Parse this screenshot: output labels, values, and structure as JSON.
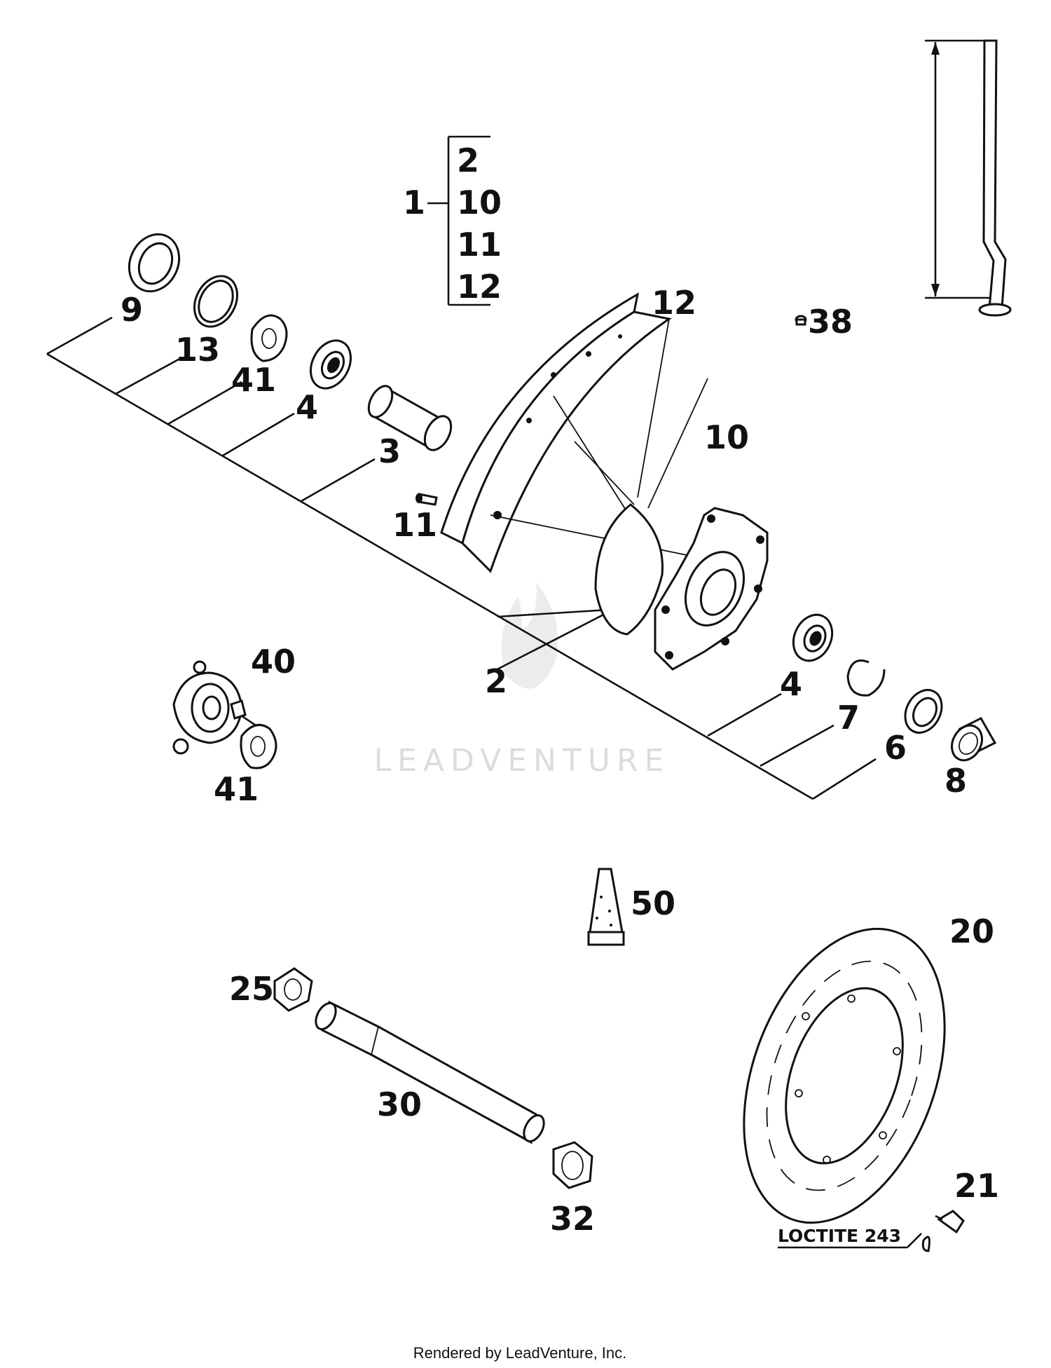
{
  "callouts": {
    "c1": "1",
    "c2a": "2",
    "c10a": "10",
    "c11a": "11",
    "c12a": "12",
    "c9": "9",
    "c13": "13",
    "c41a": "41",
    "c4a": "4",
    "c3": "3",
    "c12b": "12",
    "c38": "38",
    "c10b": "10",
    "c11b": "11",
    "c2b": "2",
    "c40": "40",
    "c41b": "41",
    "c4b": "4",
    "c7": "7",
    "c6": "6",
    "c8": "8",
    "c50": "50",
    "c20": "20",
    "c25": "25",
    "c30": "30",
    "c32": "32",
    "c21": "21"
  },
  "loctite": "LOCTITE 243",
  "watermark": "LEADVENTURE",
  "footer": "Rendered by LeadVenture, Inc."
}
